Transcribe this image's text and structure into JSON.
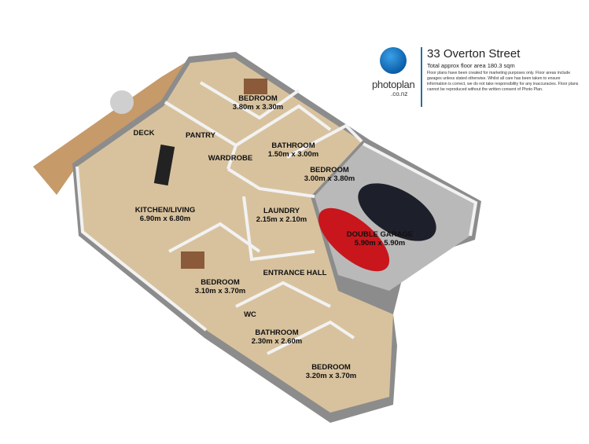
{
  "header": {
    "address": "33 Overton Street",
    "floor_area": "Total approx floor area 180.3 sqm",
    "disclaimer": "Floor plans have been created for marketing purposes only. Floor areas include garages unless stated otherwise. Whilst all care has been taken to ensure information is correct, we do not take responsibility for any inaccuracies. Floor plans cannot be reproduced without the written consent of Photo Plan.",
    "logo_text": "photoplan",
    "logo_sub": ".co.nz",
    "logo_icon": "house-icon",
    "brand_color": "#0b5fa8"
  },
  "rooms": [
    {
      "name": "DECK",
      "size": ""
    },
    {
      "name": "PANTRY",
      "size": ""
    },
    {
      "name": "BEDROOM",
      "size": "3.80m x 3.30m"
    },
    {
      "name": "WARDROBE",
      "size": ""
    },
    {
      "name": "BATHROOM",
      "size": "1.50m x 3.00m"
    },
    {
      "name": "BEDROOM",
      "size": "3.00m x 3.80m"
    },
    {
      "name": "KITCHEN/LIVING",
      "size": "6.90m x 6.80m"
    },
    {
      "name": "LAUNDRY",
      "size": "2.15m x 2.10m"
    },
    {
      "name": "DOUBLE GARAGE",
      "size": "5.90m x 5.90m"
    },
    {
      "name": "ENTRANCE HALL",
      "size": ""
    },
    {
      "name": "BEDROOM",
      "size": "3.10m x 3.70m"
    },
    {
      "name": "WC",
      "size": ""
    },
    {
      "name": "BATHROOM",
      "size": "2.30m x 2.60m"
    },
    {
      "name": "BEDROOM",
      "size": "3.20m x 3.70m"
    }
  ],
  "colors": {
    "floor": "#d8c29e",
    "wall": "#8c8c8c",
    "wall_top": "#f2f2f2",
    "deck": "#c79a6a",
    "garage": "#b9b9b9"
  }
}
